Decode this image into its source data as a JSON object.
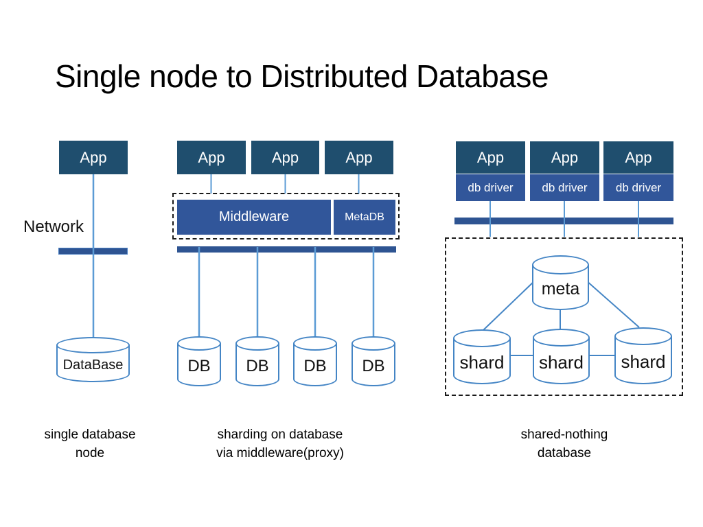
{
  "title": "Single node to Distributed Database",
  "colors": {
    "app_box": "#1F4E6E",
    "royal": "#31569A",
    "bus": "#2E5492",
    "connector": "#5B9BD5",
    "cylinder": "#4485C5",
    "dashed": "#1A1A1A",
    "title_text": "#000000"
  },
  "left": {
    "app_label": "App",
    "network_label": "Network",
    "database_label": "DataBase",
    "caption_line1": "single database",
    "caption_line2": "node"
  },
  "middle": {
    "apps": [
      "App",
      "App",
      "App"
    ],
    "middleware_label": "Middleware",
    "metadb_label": "MetaDB",
    "dbs": [
      "DB",
      "DB",
      "DB",
      "DB"
    ],
    "caption_line1": "sharding on database",
    "caption_line2": "via middleware(proxy)"
  },
  "right": {
    "apps": [
      "App",
      "App",
      "App"
    ],
    "drivers": [
      "db driver",
      "db driver",
      "db driver"
    ],
    "meta_label": "meta",
    "shards": [
      "shard",
      "shard",
      "shard"
    ],
    "caption_line1": "shared-nothing",
    "caption_line2": "database"
  }
}
